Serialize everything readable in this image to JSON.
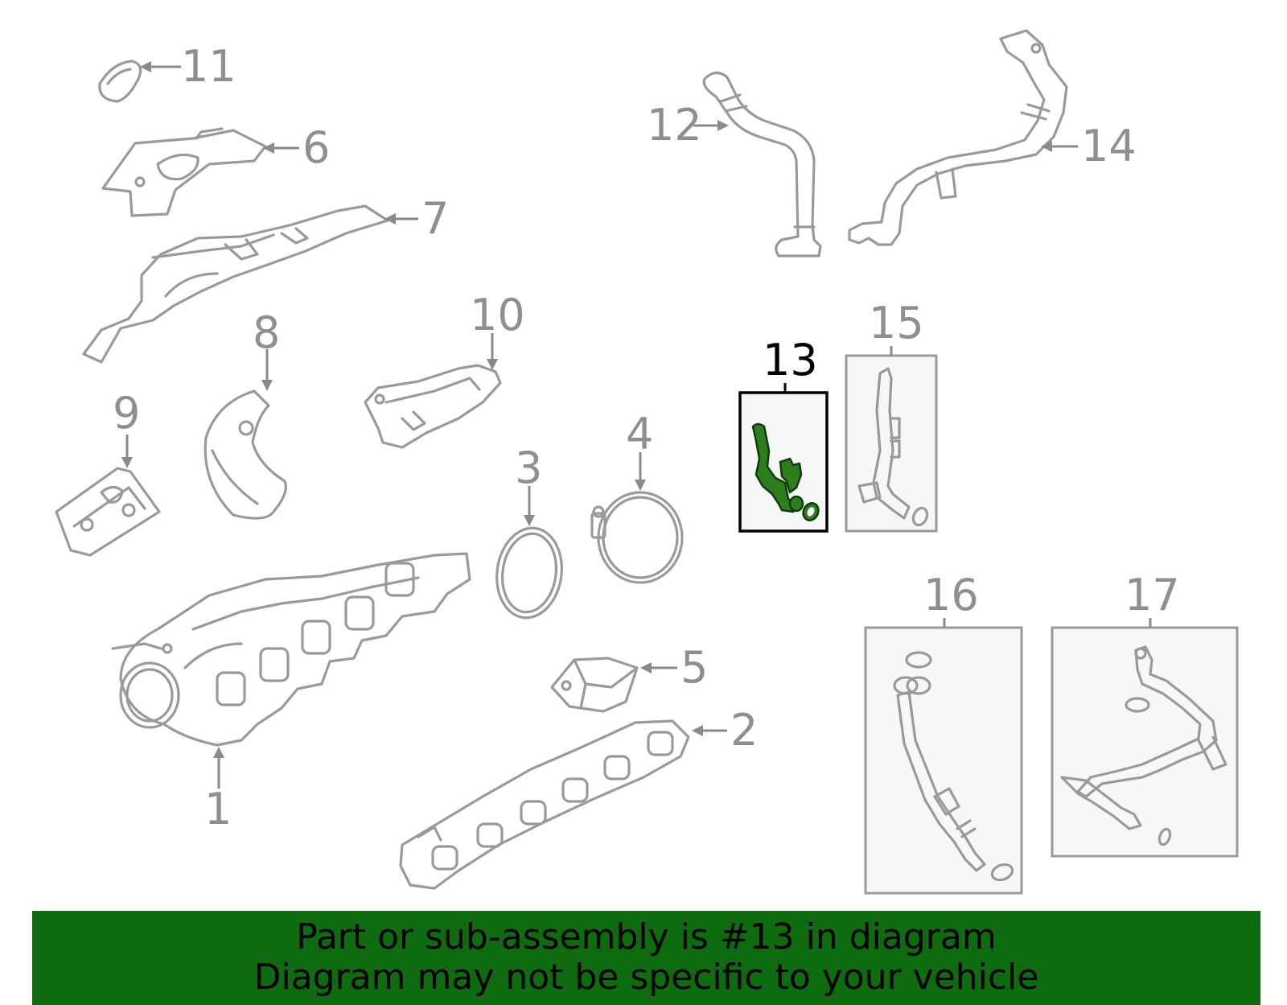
{
  "diagram": {
    "callouts": {
      "c1": "1",
      "c2": "2",
      "c3": "3",
      "c4": "4",
      "c5": "5",
      "c6": "6",
      "c7": "7",
      "c8": "8",
      "c9": "9",
      "c10": "10",
      "c11": "11",
      "c12": "12",
      "c13": "13",
      "c14": "14",
      "c15": "15",
      "c16": "16",
      "c17": "17"
    },
    "highlighted_part": "13",
    "highlight_color": "#2e7d1e",
    "line_color": "#9a9a9a"
  },
  "banner": {
    "line1": "Part or sub-assembly is #13 in diagram",
    "line2": "Diagram may not be specific to your vehicle",
    "background": "#0f6b0f"
  }
}
